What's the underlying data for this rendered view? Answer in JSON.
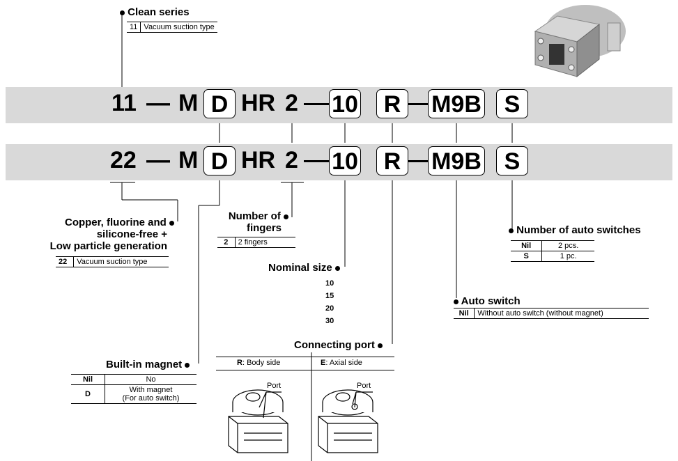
{
  "row1": {
    "prefix": "11",
    "dash": "—",
    "m": "M",
    "d": "D",
    "hr": "HR",
    "fingers": "2",
    "size": "10",
    "port": "R",
    "switch": "M9B",
    "qty": "S"
  },
  "row2": {
    "prefix": "22",
    "dash": "—",
    "m": "M",
    "d": "D",
    "hr": "HR",
    "fingers": "2",
    "size": "10",
    "port": "R",
    "switch": "M9B",
    "qty": "S"
  },
  "clean_series": {
    "title": "Clean series",
    "code": "11",
    "desc": "Vacuum suction type"
  },
  "copper_free": {
    "line1": "Copper, fluorine and",
    "line2": "silicone-free +",
    "line3": "Low particle generation",
    "code": "22",
    "desc": "Vacuum suction type"
  },
  "fingers": {
    "line1": "Number of",
    "line2": "fingers",
    "code": "2",
    "desc": "2 fingers"
  },
  "nominal_size": {
    "title": "Nominal size",
    "values": [
      "10",
      "15",
      "20",
      "30"
    ]
  },
  "auto_switches_num": {
    "title": "Number of auto switches",
    "rows": [
      {
        "code": "Nil",
        "desc": "2 pcs."
      },
      {
        "code": "S",
        "desc": "1 pc."
      }
    ]
  },
  "auto_switch": {
    "title": "Auto switch",
    "code": "Nil",
    "desc": "Without auto switch (without magnet)"
  },
  "connecting_port": {
    "title": "Connecting port",
    "r_code": "R",
    "r_desc": ": Body side",
    "e_code": "E",
    "e_desc": ": Axial side",
    "port_label": "Port"
  },
  "magnet": {
    "title": "Built-in magnet",
    "rows": [
      {
        "code": "Nil",
        "desc": "No"
      },
      {
        "code": "D",
        "desc1": "With magnet",
        "desc2": "(For auto switch)"
      }
    ]
  }
}
